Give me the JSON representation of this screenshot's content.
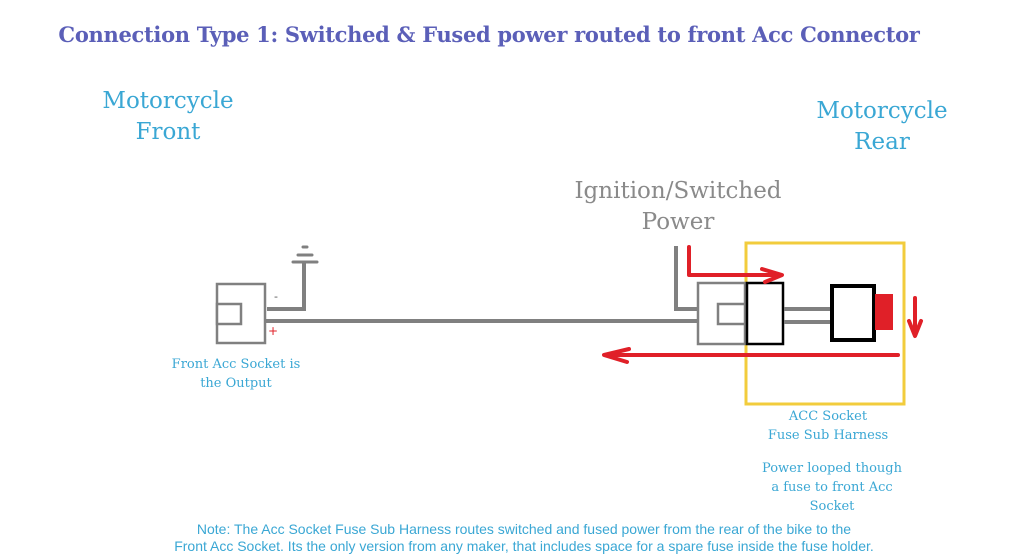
{
  "title": "Connection Type 1: Switched & Fused power routed to front  Acc Connector",
  "labels": {
    "front": [
      "Motorcycle",
      "Front"
    ],
    "rear": [
      "Motorcycle",
      "Rear"
    ],
    "ignition": [
      "Ignition/Switched",
      "Power"
    ],
    "front_socket": [
      "Front Acc Socket is",
      "the Output"
    ],
    "harness": [
      "ACC Socket",
      "Fuse Sub Harness"
    ],
    "loop": [
      "Power looped though",
      "a fuse to front Acc",
      "Socket"
    ],
    "minus_sign": "-",
    "plus_sign": "+"
  },
  "note": [
    "Note: The Acc Socket Fuse Sub Harness routes switched and fused power from the rear of the bike to the",
    "Front Acc Socket. Its the only version from any maker, that includes space for a spare fuse inside the fuse holder."
  ],
  "colors": {
    "title": "#5b5fb8",
    "label": "#3aa7d4",
    "wire": "#808080",
    "power_arrow": "#e02028",
    "harness_box": "#f2cc3c",
    "fuse_holder": "#000000"
  }
}
